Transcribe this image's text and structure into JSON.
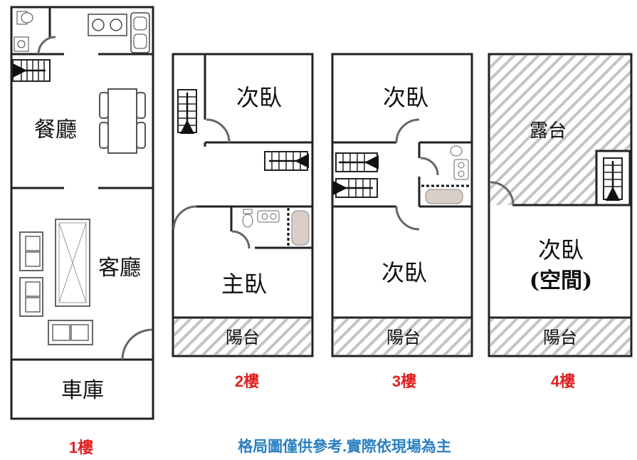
{
  "floors": [
    {
      "name": "1樓",
      "rooms": {
        "dining": "餐廳",
        "living": "客廳",
        "garage": "車庫"
      }
    },
    {
      "name": "2樓",
      "rooms": {
        "bedroom2": "次臥",
        "master": "主臥",
        "balcony": "陽台"
      }
    },
    {
      "name": "3樓",
      "rooms": {
        "bedroom_top": "次臥",
        "bedroom_bottom": "次臥",
        "balcony": "陽台"
      }
    },
    {
      "name": "4樓",
      "rooms": {
        "terrace": "露台",
        "bedroom": "次臥",
        "bedroom_note": "(空間)",
        "balcony": "陽台"
      }
    }
  ],
  "disclaimer": "格局圖僅供參考.實際依現場為主",
  "colors": {
    "wall": "#222222",
    "floor_label": "#e02020",
    "disclaimer": "#2a7fc1",
    "hatch": "#bbbbbb"
  }
}
